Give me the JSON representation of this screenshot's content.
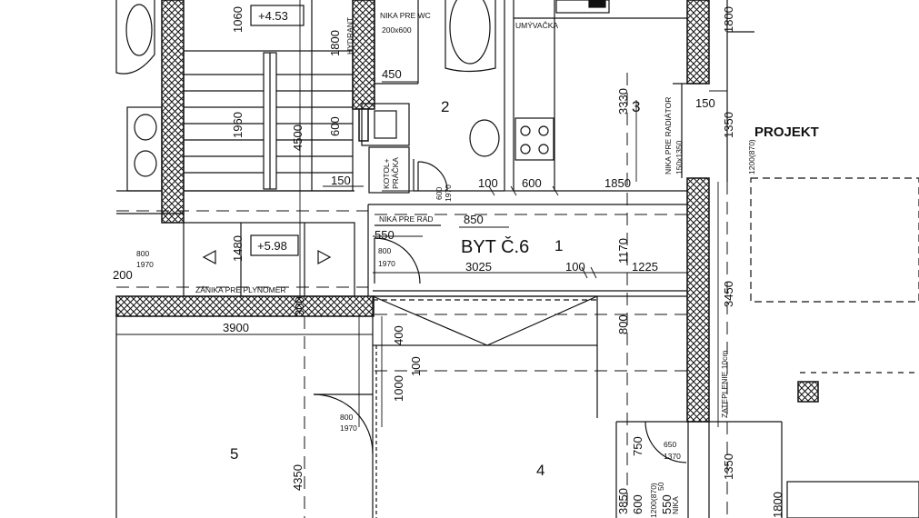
{
  "levels": {
    "upper": "+4.53",
    "stair": "+5.98"
  },
  "rooms": {
    "r1": "1",
    "r2": "2",
    "r3": "3",
    "r4": "4",
    "r5": "5"
  },
  "apartment": "BYT Č.6",
  "project": "PROJEKT",
  "labels": {
    "wc": "NIKA PRE WC",
    "wc_size": "200x600",
    "hydrant": "HYDRANT",
    "sink": "UMÝVAČKA",
    "radiator": "NIKA PRE RADIÁTOR",
    "radiator_size": "150x1350",
    "boiler": "KOTOL+",
    "washer": "PRÁČKA",
    "rad_niche": "NIKA PRE RAD",
    "gas_meter": "ZÁNIKA PRE PLYNOMER",
    "insulation": "ZATEPLENIE 10cm",
    "niche": "NIKA"
  },
  "dims": {
    "d1060": "1060",
    "d1800a": "1800",
    "d1800b": "1800",
    "d450": "450",
    "d3330": "3330",
    "d150a": "150",
    "d1350a": "1350",
    "d1200_870": "1200(870)",
    "d1960": "1960",
    "d4500": "4500",
    "d600a": "600",
    "d150b": "150",
    "d100a": "100",
    "d600b": "600",
    "d1850": "1850",
    "d600_1970": "600",
    "d1970a": "1970",
    "d850": "850",
    "d550": "550",
    "d800a": "800",
    "d1970b": "1970",
    "d1480": "1480",
    "d800b": "800",
    "d1970c": "1970",
    "d200": "200",
    "d3025": "3025",
    "d100b": "100",
    "d1225": "1225",
    "d1170": "1170",
    "d3450": "3450",
    "d3900": "3900",
    "d300": "300",
    "d400": "400",
    "d100c": "100",
    "d800c": "800",
    "d1000": "1000",
    "d800d": "800",
    "d1970d": "1970",
    "d4350": "4350",
    "d650": "650",
    "d1370": "1370",
    "d750": "750",
    "d1350b": "1350",
    "d3850": "3850",
    "d600c": "600",
    "d1200_870b": "1200(870)",
    "d550b": "550",
    "d50": "50",
    "d1800c": "1800"
  }
}
